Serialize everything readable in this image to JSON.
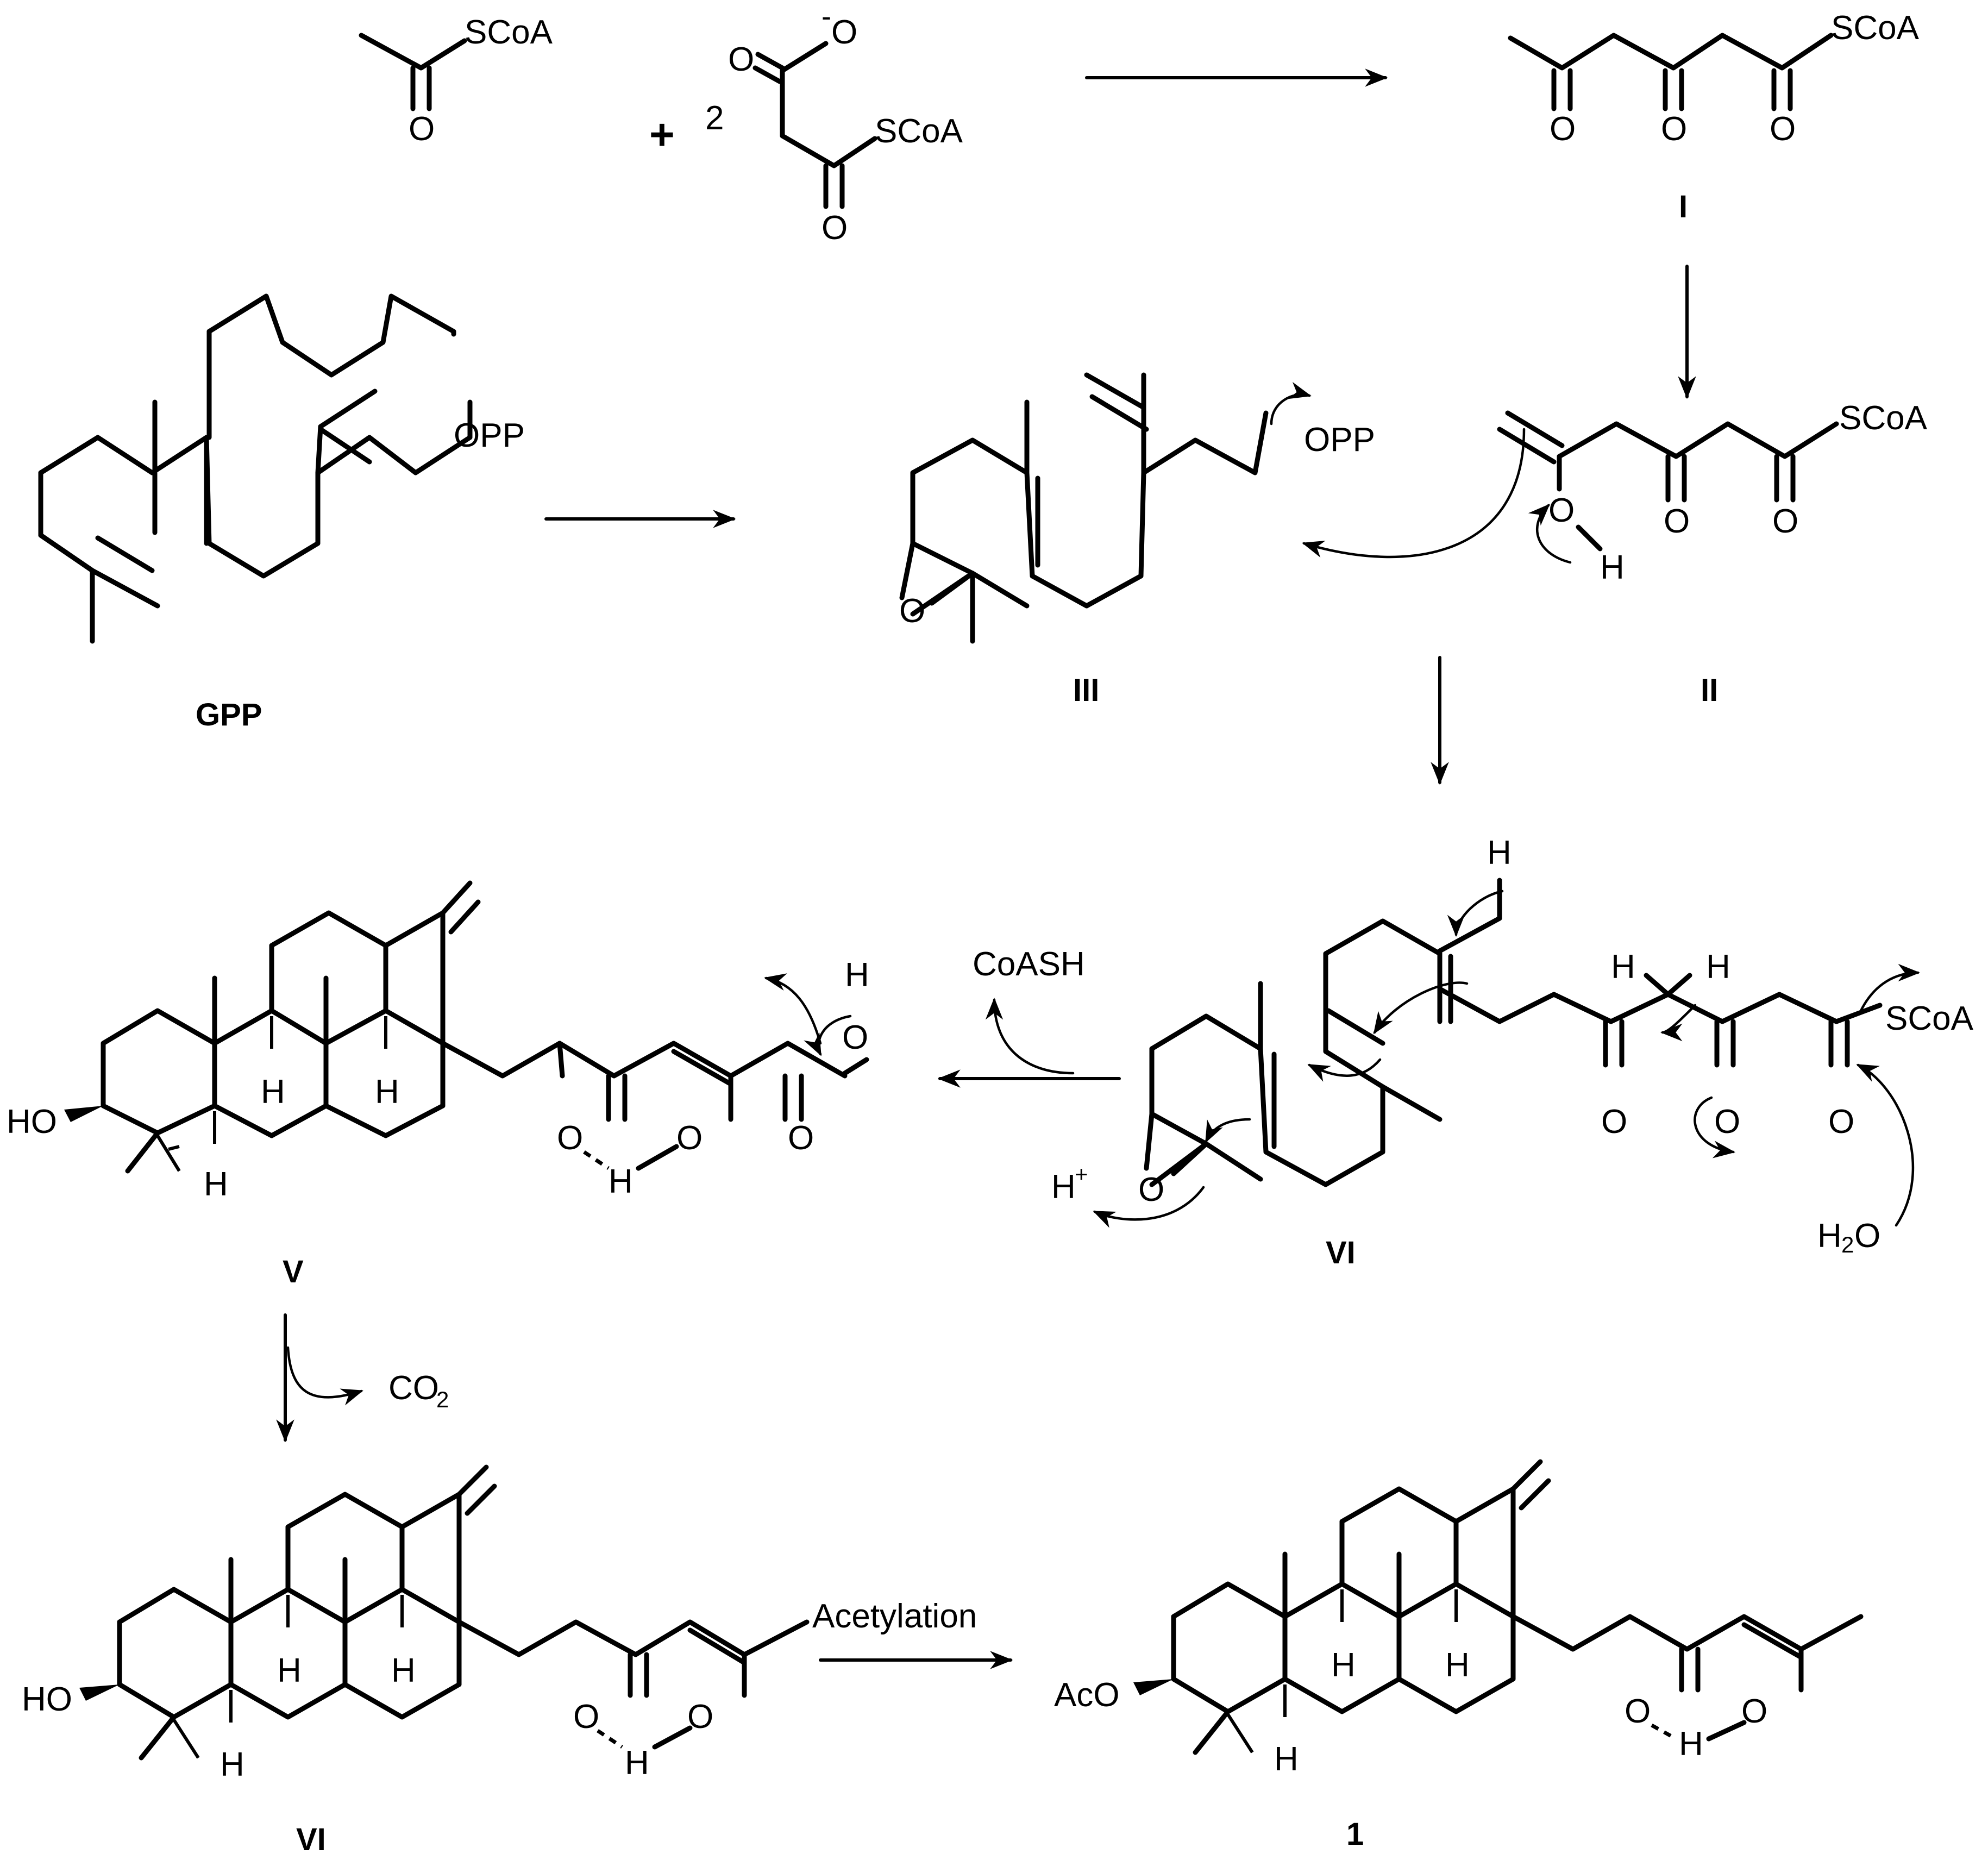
{
  "reagents": {
    "scoa": "SCoA",
    "plus": "+",
    "coefficient": "2",
    "o": "O",
    "minus": "-"
  },
  "atoms": {
    "h": "H",
    "oh": "O",
    "ho": "HO",
    "aco": "AcO",
    "opp": "OPP",
    "h_plus": "H",
    "plus_sup": "+",
    "h2o_h": "H",
    "h2o_2": "2",
    "h2o_o": "O"
  },
  "byproducts": {
    "coash": "CoASH",
    "co2_c": "CO",
    "co2_sub": "2"
  },
  "step_labels": {
    "acetylation": "Acetylation"
  },
  "compound_labels": {
    "I": "I",
    "II": "II",
    "III": "III",
    "GPP": "GPP",
    "V": "V",
    "VI_mid": "VI",
    "VI_bottom": "VI",
    "one": "1"
  }
}
